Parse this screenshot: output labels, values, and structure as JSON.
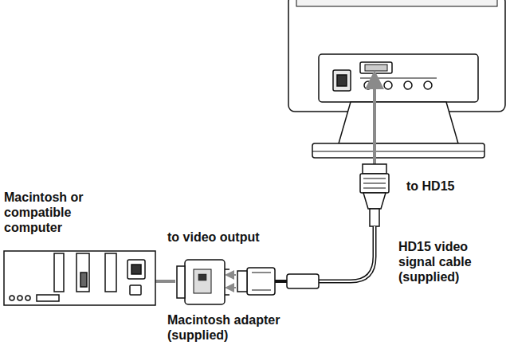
{
  "diagram": {
    "labels": [
      "to HD15",
      "Macintosh or compatible computer",
      "to video output",
      "HD15 video signal cable (supplied)",
      "Macintosh adapter (supplied)"
    ]
  }
}
